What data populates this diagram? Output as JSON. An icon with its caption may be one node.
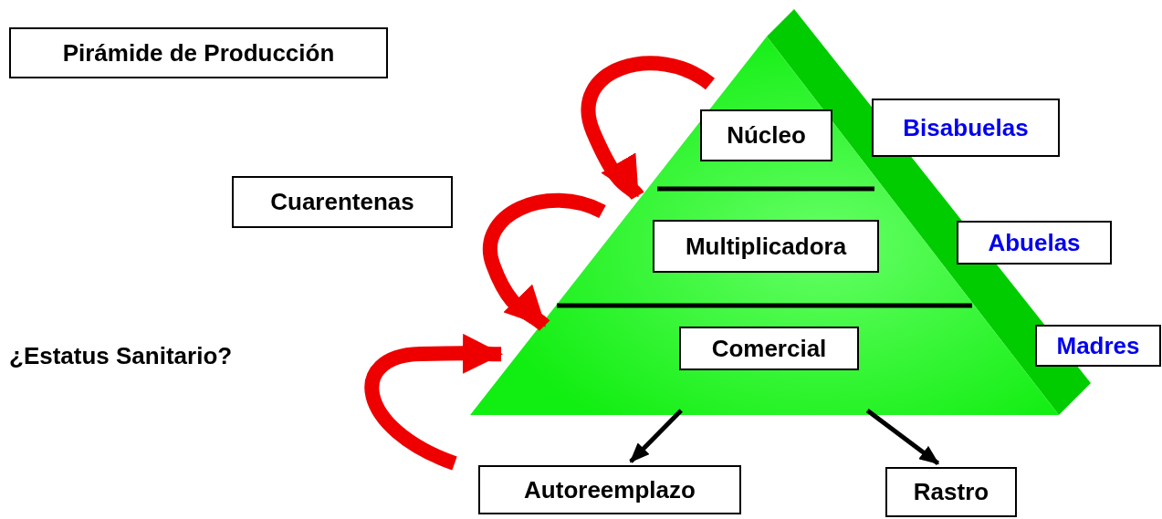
{
  "diagram": {
    "nodes": [
      {
        "text": [
          "Pirámide de Producción"
        ]
      },
      {
        "text": [],
        "shape": "triangle"
      },
      {
        "text": [
          "Núcleo"
        ],
        "in": 1
      },
      {
        "text": [
          "Bisabuelas"
        ]
      },
      {
        "text": [
          "Cuarentenas"
        ]
      },
      {
        "text": [
          "Multiplicadora"
        ],
        "in": 1
      },
      {
        "text": [
          "Abuelas"
        ]
      },
      {
        "text": [
          "¿Estatus Sanitario?"
        ]
      },
      {
        "text": [
          "Comercial"
        ],
        "in": 1
      },
      {
        "text": [
          "Madres"
        ]
      },
      {
        "text": [
          "Autoreemplazo"
        ]
      },
      {
        "text": [
          "Rastro"
        ]
      }
    ],
    "edges": [
      {
        "from": null,
        "to": 1,
        "arrow": "to"
      },
      {
        "from": null,
        "to": 1,
        "arrow": "to"
      },
      {
        "from": null,
        "to": 1,
        "arrow": "to"
      },
      {
        "from": 1,
        "to": 10,
        "arrow": "to",
        "color": "#000000"
      },
      {
        "from": 1,
        "to": 11,
        "arrow": "to",
        "color": "#000000"
      }
    ]
  }
}
